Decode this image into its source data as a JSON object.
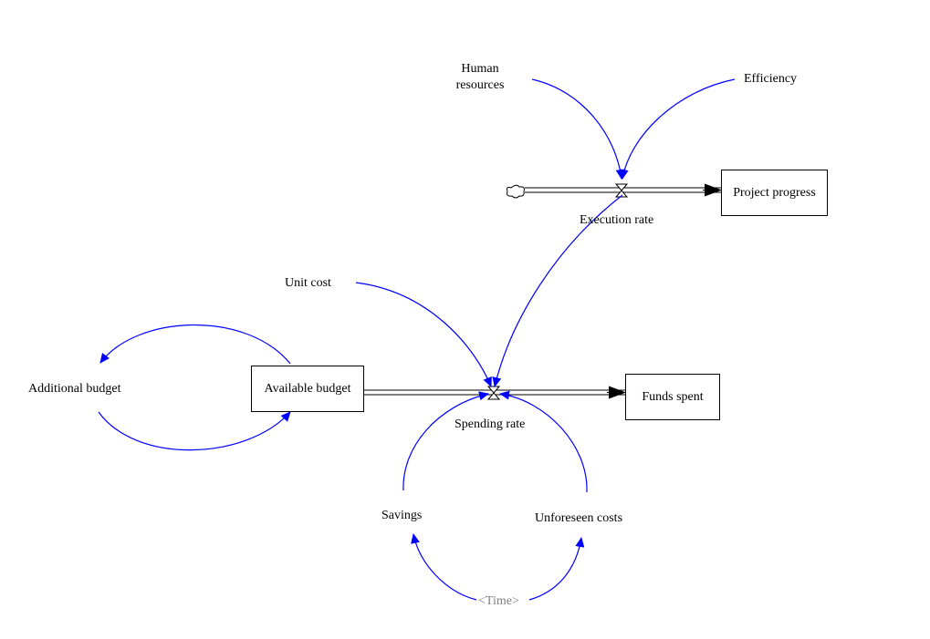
{
  "stocks": {
    "project_progress": "Project progress",
    "available_budget": "Available budget",
    "funds_spent": "Funds spent"
  },
  "flows": {
    "execution_rate": "Execution rate",
    "spending_rate": "Spending rate"
  },
  "variables": {
    "human_resources_line1": "Human",
    "human_resources_line2": "resources",
    "efficiency": "Efficiency",
    "unit_cost": "Unit cost",
    "additional_budget": "Additional budget",
    "savings": "Savings",
    "unforeseen_costs": "Unforeseen costs",
    "time_shadow": "<Time>"
  },
  "colors": {
    "link": "#0000ff",
    "pipe": "#000000",
    "shadow_text": "#808080"
  }
}
